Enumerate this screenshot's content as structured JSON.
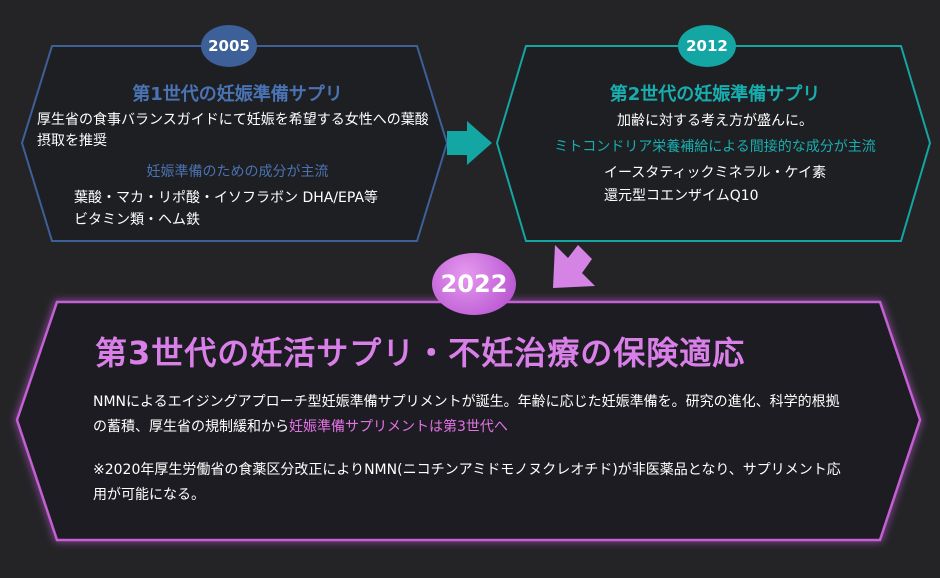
{
  "gen1": {
    "year": "2005",
    "title": "第1世代の妊娠準備サプリ",
    "description": "厚生省の食事バランスガイドにて妊娠を希望する女性への葉酸摂取を推奨",
    "subheading": "妊娠準備のための成分が主流",
    "ingredients_line1": "葉酸・マカ・リポ酸・イソフラボン DHA/EPA等",
    "ingredients_line2": "ビタミン類・ヘム鉄",
    "color": "#3d6099"
  },
  "gen2": {
    "year": "2012",
    "title": "第2世代の妊娠準備サプリ",
    "description": "加齢に対する考え方が盛んに。",
    "subheading": "ミトコンドリア栄養補給による間接的な成分が主流",
    "ingredients_line1": "イースタティックミネラル・ケイ素",
    "ingredients_line2": "還元型コエンザイムQ10",
    "color": "#13a6a2"
  },
  "gen3": {
    "year": "2022",
    "title": "第3世代の妊活サプリ・不妊治療の保険適応",
    "description": "NMNによるエイジングアプローチ型妊娠準備サプリメントが誕生。年齢に応じた妊娠準備を。研究の進化、科学的根拠の蓄積、厚生省の規制緩和から",
    "highlight": "妊娠準備サプリメントは第3世代へ",
    "note": "※2020年厚生労働省の食薬区分改正によりNMN(ニコチンアミドモノヌクレオチド)が非医薬品となり、サプリメント応用が可能になる。",
    "color": "#d97fe8"
  },
  "arrows": {
    "gen1_to_gen2_color": "#13a6a2",
    "gen2_to_gen3_color": "#d683e6"
  }
}
